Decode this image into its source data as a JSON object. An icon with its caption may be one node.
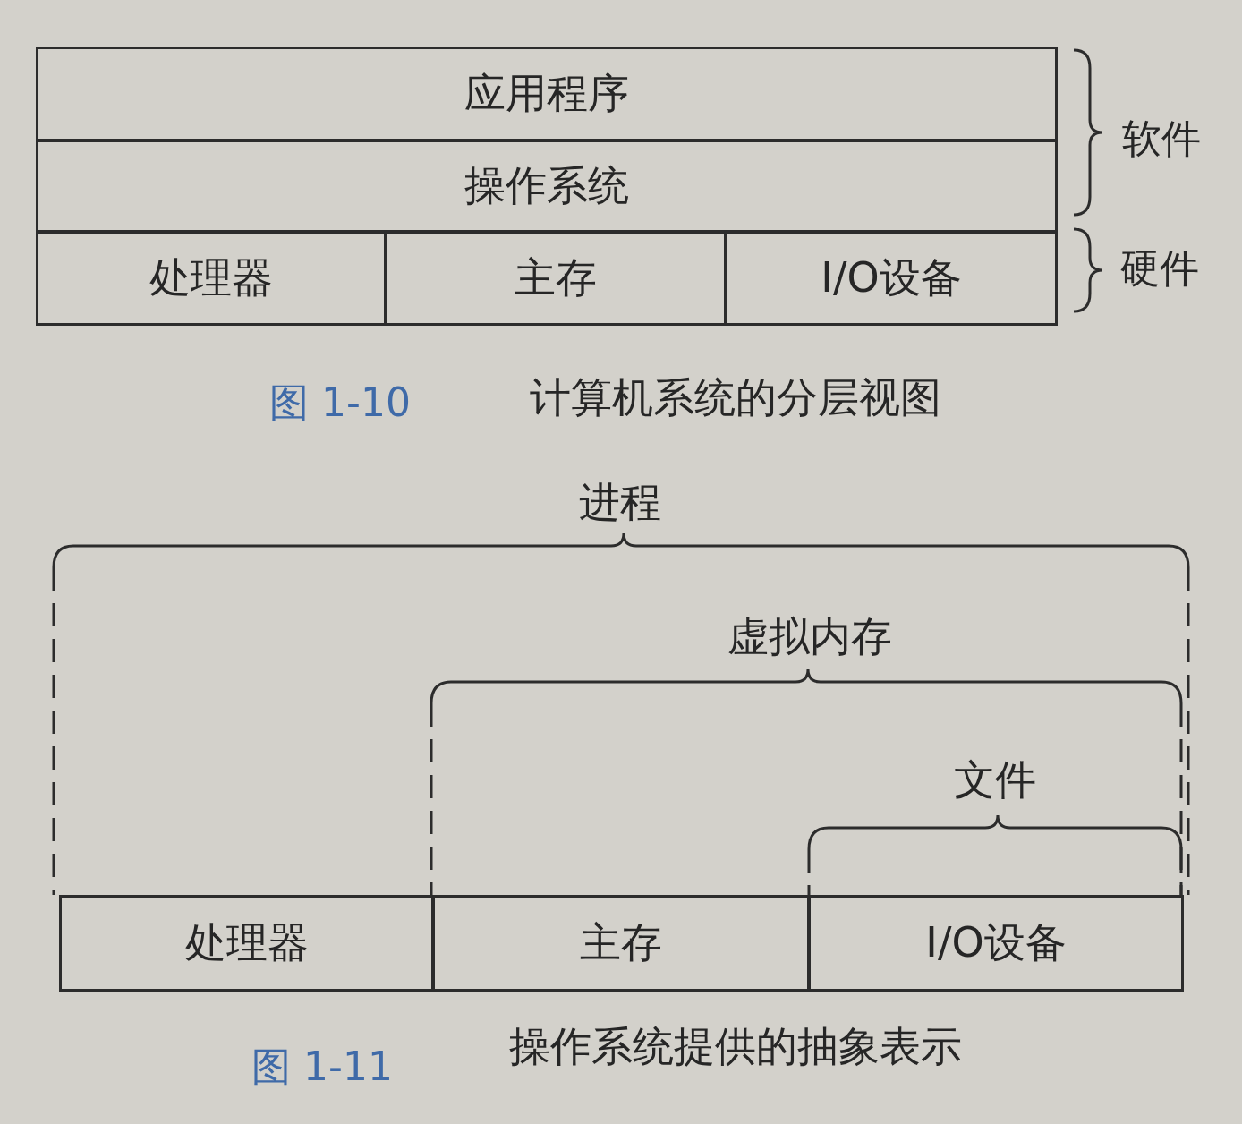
{
  "diagram": {
    "nodes": [
      {
        "text": [
          "应用程序"
        ]
      },
      {
        "text": [
          "操作系统"
        ]
      },
      {
        "text": [
          "处理器"
        ]
      },
      {
        "text": [
          "主存"
        ]
      },
      {
        "text": [
          "I/O设备"
        ]
      },
      {
        "text": [
          "处理器"
        ]
      },
      {
        "text": [
          "主存"
        ]
      },
      {
        "text": [
          "I/O设备"
        ]
      }
    ],
    "labels": [
      "软件",
      "硬件",
      "图 1-10",
      "计算机系统的分层视图",
      "进程",
      "虚拟内存",
      "文件",
      "图 1-11",
      "操作系统提供的抽象表示"
    ]
  }
}
